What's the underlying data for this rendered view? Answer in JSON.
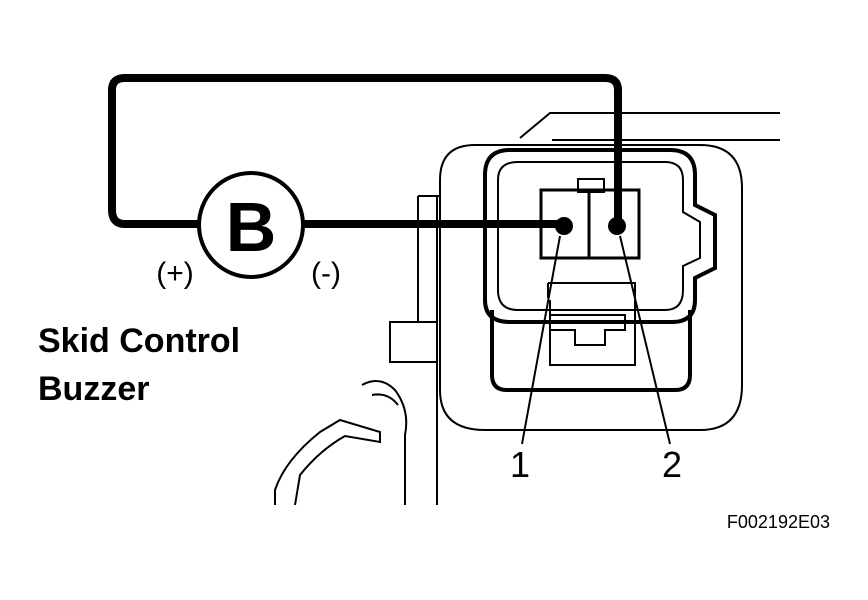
{
  "title": {
    "line1": "Skid Control",
    "line2": "Buzzer"
  },
  "buzzer": {
    "symbol": "B",
    "plus_label": "(+)",
    "minus_label": "(-)"
  },
  "pins": {
    "pin1": "1",
    "pin2": "2"
  },
  "figure_code": "F002192E03"
}
